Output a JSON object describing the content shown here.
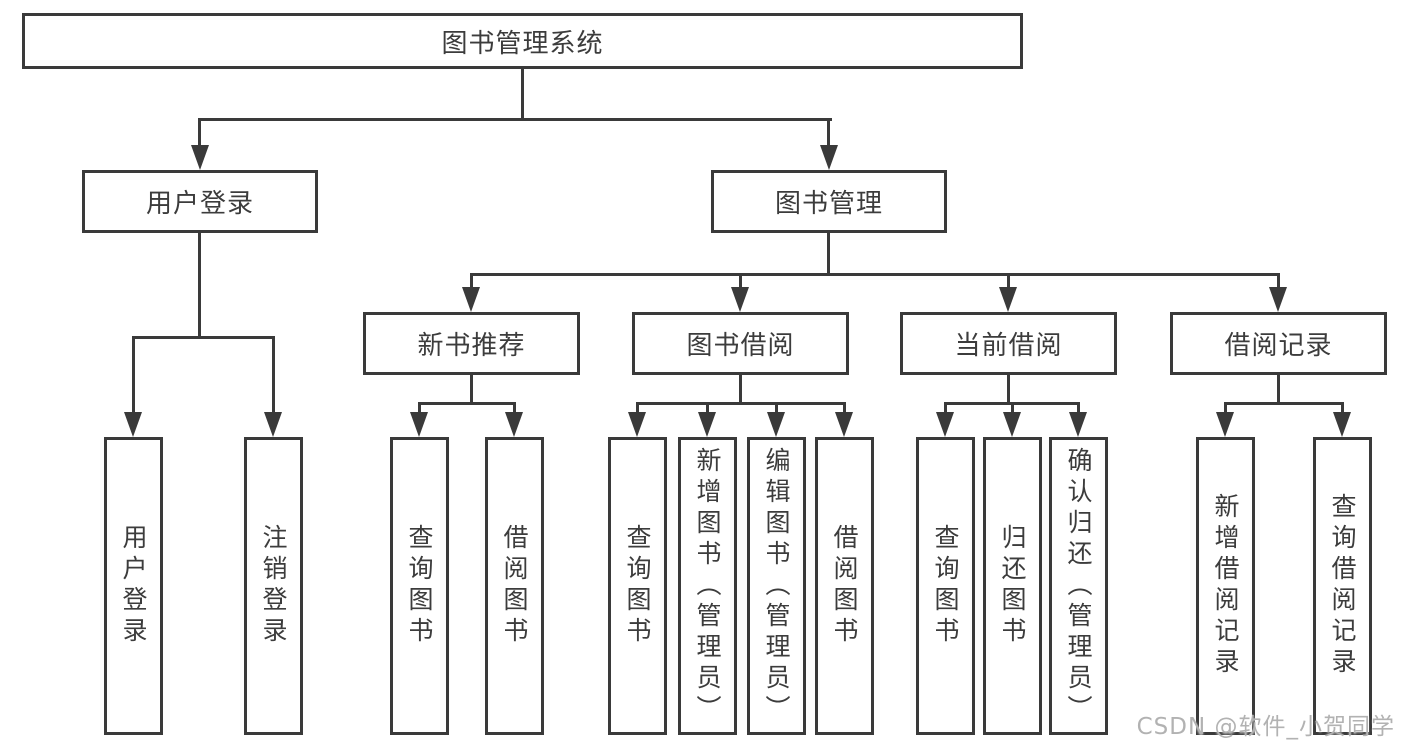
{
  "title": "图书管理系统",
  "watermark": {
    "text": "CSDN @软件_小贺同学"
  },
  "colors": {
    "line": "#3a3a3a",
    "text": "#3c3c3c",
    "background": "#ffffff",
    "watermark": "#b2b2b2"
  },
  "tree": {
    "root": {
      "label": "图书管理系统"
    },
    "branches": {
      "user_login": {
        "label": "用户登录",
        "children": {
          "login": {
            "label": "用户登录"
          },
          "logout": {
            "label": "注销登录"
          }
        }
      },
      "book_management": {
        "label": "图书管理",
        "children": {
          "new_book_recommend": {
            "label": "新书推荐",
            "children": {
              "query_books": {
                "label": "查询图书"
              },
              "borrow_books": {
                "label": "借阅图书"
              }
            }
          },
          "book_borrowing": {
            "label": "图书借阅",
            "children": {
              "query_books": {
                "label": "查询图书"
              },
              "add_books_admin": {
                "label": "新增图书（管理员）"
              },
              "edit_books_admin": {
                "label": "编辑图书（管理员）"
              },
              "borrow_books": {
                "label": "借阅图书"
              }
            }
          },
          "current_borrowing": {
            "label": "当前借阅",
            "children": {
              "query_books": {
                "label": "查询图书"
              },
              "return_books": {
                "label": "归还图书"
              },
              "confirm_return_admin": {
                "label": "确认归还（管理员）"
              }
            }
          },
          "borrowing_records": {
            "label": "借阅记录",
            "children": {
              "add_borrow_record": {
                "label": "新增借阅记录"
              },
              "query_borrow_record": {
                "label": "查询借阅记录"
              }
            }
          }
        }
      }
    }
  }
}
